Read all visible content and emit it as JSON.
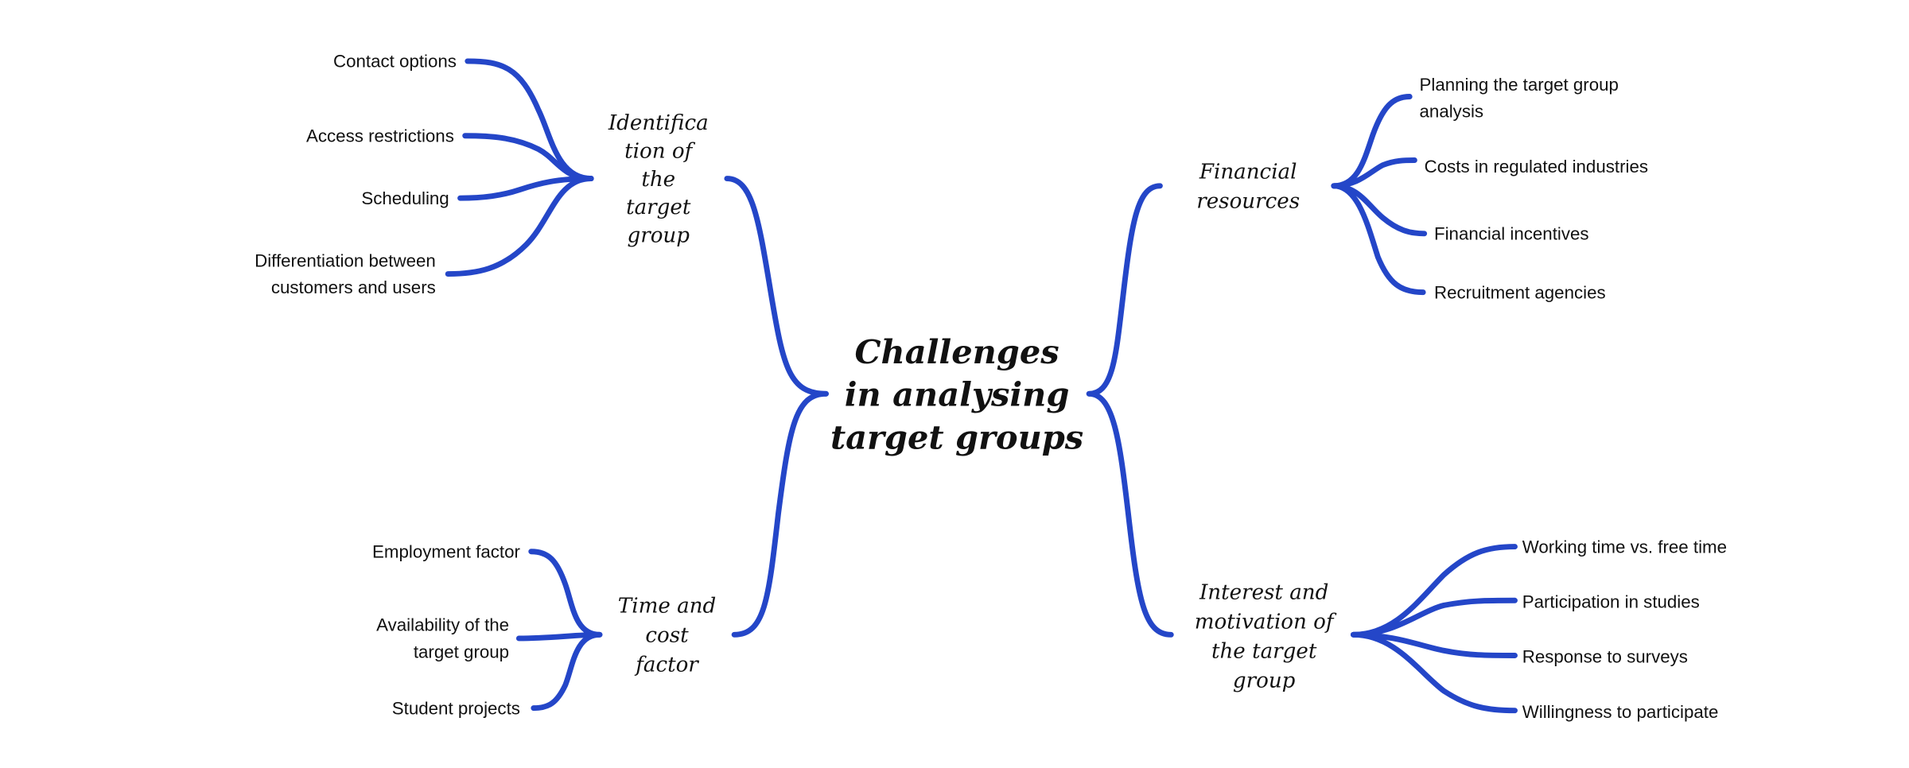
{
  "accent_color": "#2446C8",
  "center": {
    "lines": [
      "Challenges",
      "in analysing",
      "target groups"
    ]
  },
  "branches": [
    {
      "lines": [
        "Identifica",
        "tion of",
        "the",
        "target",
        "group"
      ],
      "children": [
        [
          "Contact options"
        ],
        [
          "Access restrictions"
        ],
        [
          "Scheduling"
        ],
        [
          "Differentiation between",
          "customers and users"
        ]
      ]
    },
    {
      "lines": [
        "Time and",
        "cost",
        "factor"
      ],
      "children": [
        [
          "Employment factor"
        ],
        [
          "Availability of the",
          "target group"
        ],
        [
          "Student projects"
        ]
      ]
    },
    {
      "lines": [
        "Financial",
        "resources"
      ],
      "children": [
        [
          "Planning the target group",
          "analysis"
        ],
        [
          "Costs in regulated industries"
        ],
        [
          "Financial incentives"
        ],
        [
          "Recruitment agencies"
        ]
      ]
    },
    {
      "lines": [
        "Interest and",
        "motivation of",
        "the target",
        "group"
      ],
      "children": [
        [
          "Working time vs. free time"
        ],
        [
          "Participation in studies"
        ],
        [
          "Response to surveys"
        ],
        [
          "Willingness to participate"
        ]
      ]
    }
  ]
}
